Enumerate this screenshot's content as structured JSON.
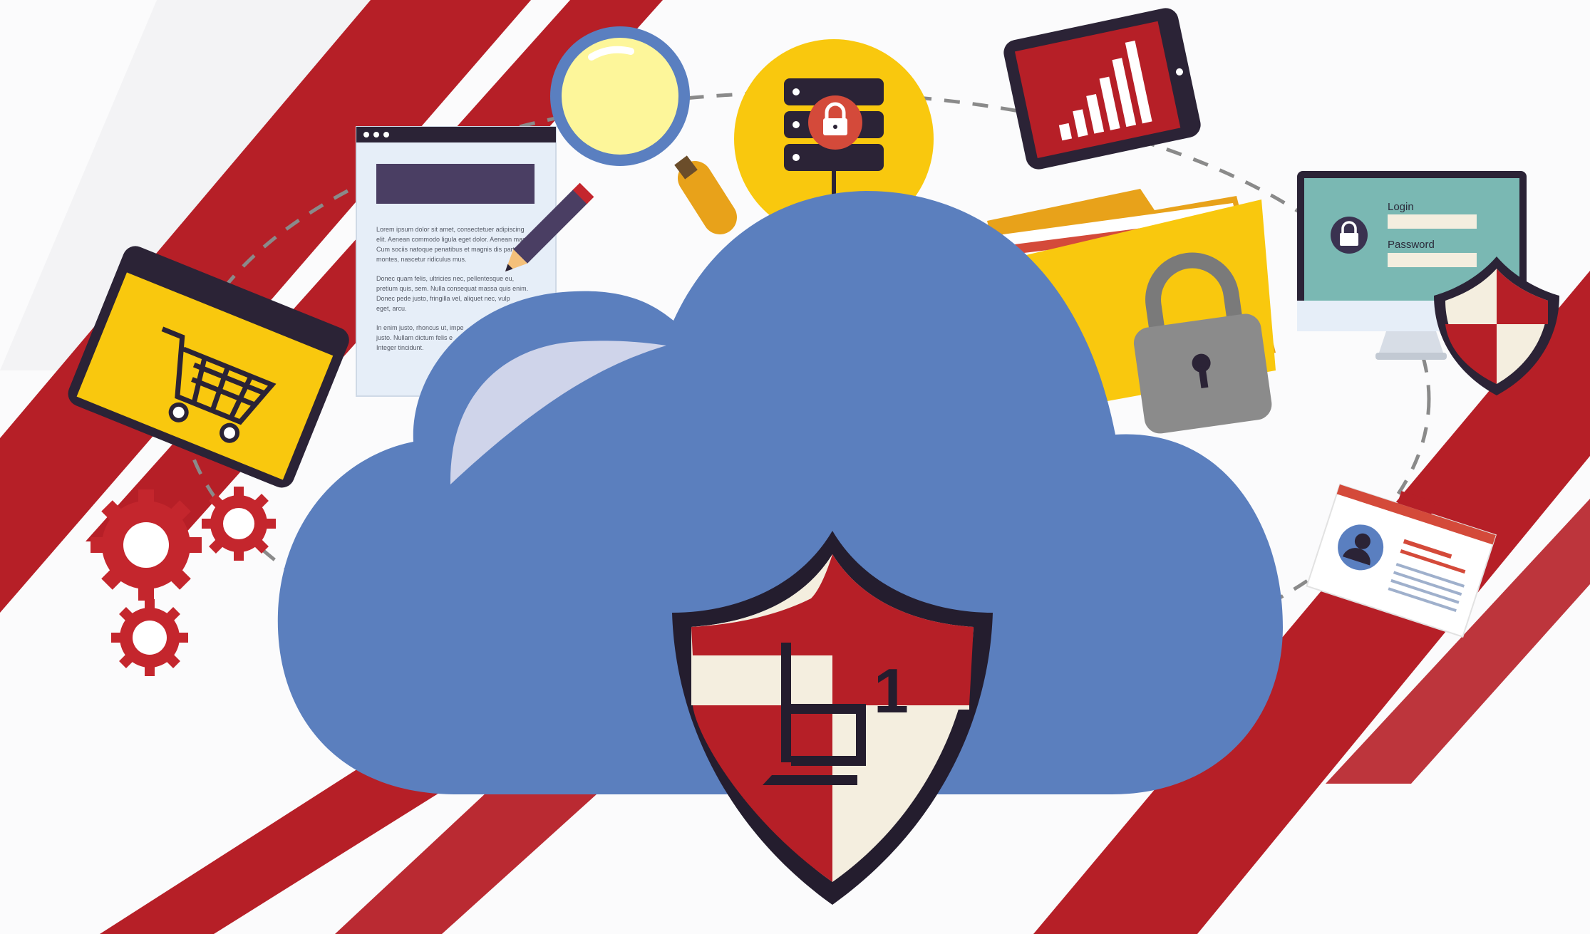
{
  "document": {
    "lines": [
      "Lorem ipsum dolor sit amet, consectetuer adipiscing",
      "elit. Aenean commodo ligula eget dolor. Aenean massa.",
      "Cum sociis natoque penatibus et magnis dis parturient",
      "montes, nascetur ridiculus mus.",
      "Donec quam felis, ultricies nec, pellentesque eu,",
      "pretium quis, sem. Nulla consequat massa quis enim.",
      "Donec pede justo, fringilla vel, aliquet nec, vulp",
      "eget, arcu.",
      "In enim justo, rhoncus ut, impe",
      "justo. Nullam dictum felis e",
      "Integer tincidunt."
    ]
  },
  "login": {
    "login_label": "Login",
    "password_label": "Password"
  },
  "logo": {
    "letter": "b",
    "number": "1"
  },
  "icons": {
    "cloud": "cloud-icon",
    "shield": "shield-icon",
    "magnifier": "magnifier-icon",
    "server": "server-lock-icon",
    "tablet": "tablet-chart-icon",
    "folder": "folder-icon",
    "padlock": "padlock-icon",
    "monitor": "login-monitor-icon",
    "cart": "shopping-cart-icon",
    "gears": "gears-icon",
    "profile": "profile-card-icon"
  },
  "colors": {
    "red": "#b61f27",
    "cloud_blue": "#5b7fbe",
    "yellow": "#f9c80e",
    "dark": "#241d2e",
    "cream": "#f4eedf",
    "teal": "#7ab8b3",
    "grey": "#8b8b8b"
  }
}
